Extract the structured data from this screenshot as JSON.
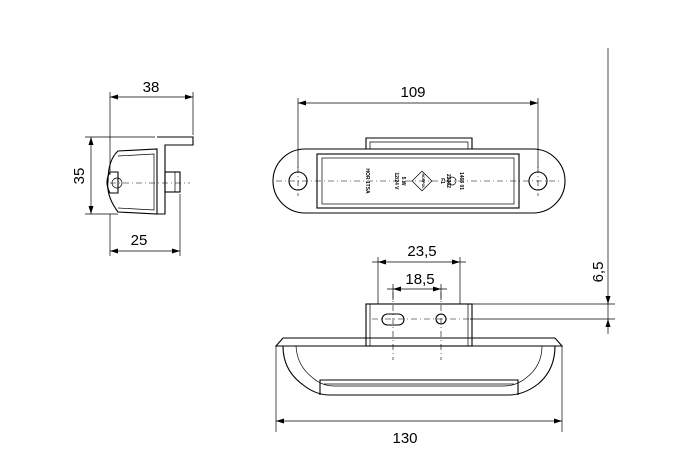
{
  "dimensions": {
    "side_width": "38",
    "side_height": "35",
    "side_depth": "25",
    "top_length": "109",
    "front_outer": "23,5",
    "front_inner": "18,5",
    "front_offset": "6,5",
    "front_length": "130"
  },
  "lens_labels": {
    "col1": "HOR 1TSA",
    "col2a": "12/24 V",
    "col2b": "5 W",
    "brand": "HORPOL",
    "col3a": "F1",
    "col3b": "22362",
    "col3c": "1468 01"
  }
}
